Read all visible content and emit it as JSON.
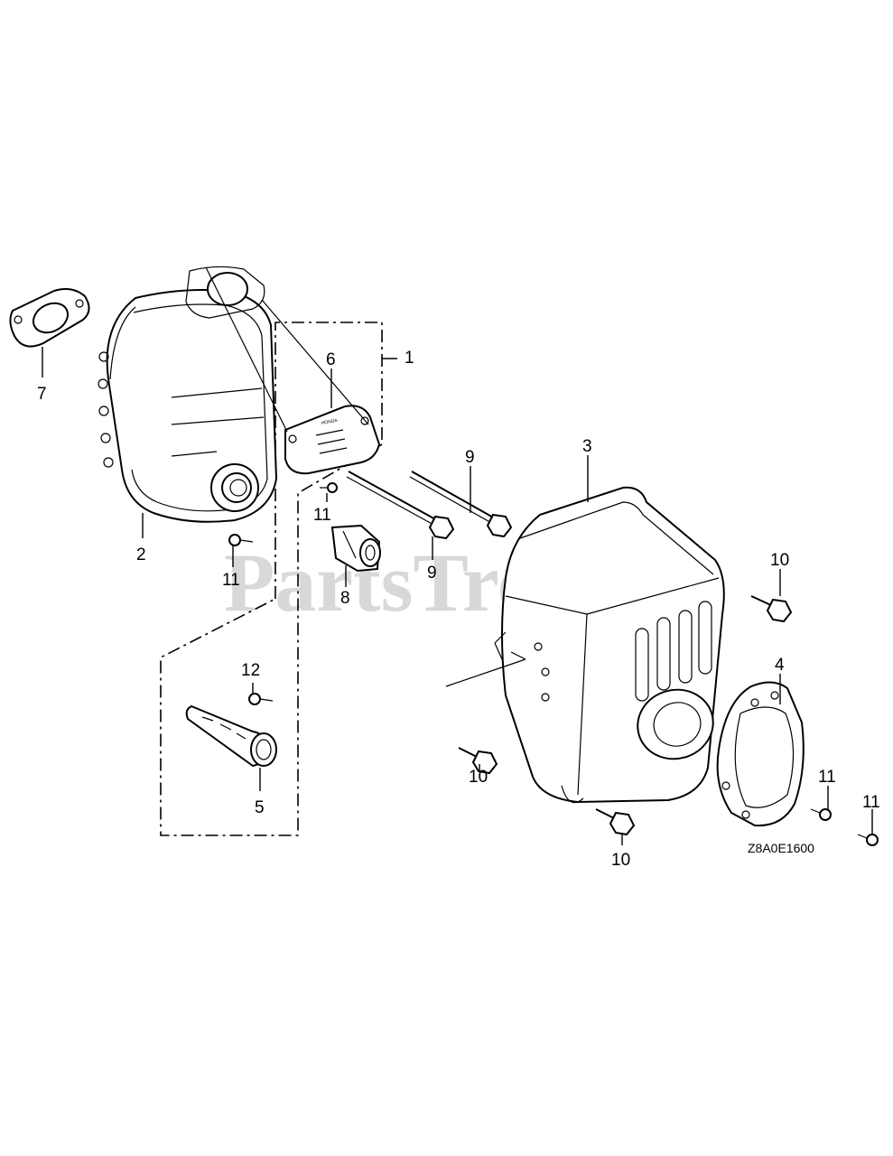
{
  "diagram": {
    "callouts": [
      "1",
      "2",
      "3",
      "4",
      "5",
      "6",
      "7",
      "8",
      "9",
      "9",
      "10",
      "10",
      "10",
      "11",
      "11",
      "11",
      "11",
      "12"
    ],
    "drawing_code": "Z8A0E1600",
    "plate_label": "HONDA",
    "watermark": "PartsTree",
    "watermark_tm": "™"
  }
}
